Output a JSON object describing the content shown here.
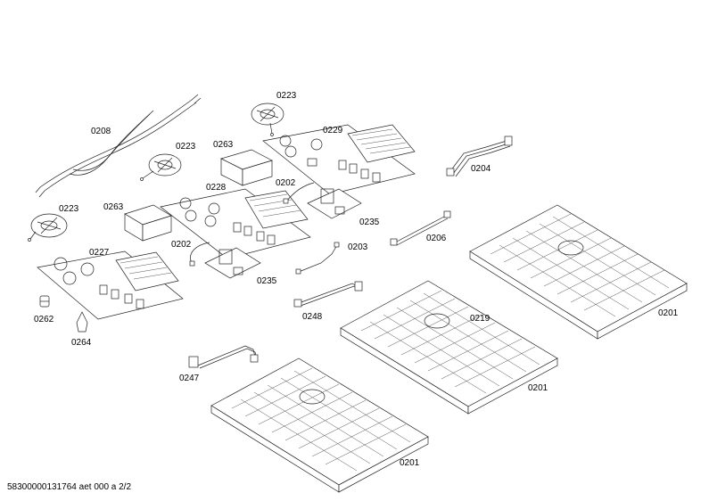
{
  "labels": {
    "l0208": "0208",
    "l0223a": "0223",
    "l0223b": "0223",
    "l0223c": "0223",
    "l0229": "0229",
    "l0263a": "0263",
    "l0263b": "0263",
    "l0228": "0228",
    "l0202a": "0202",
    "l0202b": "0202",
    "l0235a": "0235",
    "l0235b": "0235",
    "l0204": "0204",
    "l0206": "0206",
    "l0203": "0203",
    "l0227": "0227",
    "l0248": "0248",
    "l0219": "0219",
    "l0262": "0262",
    "l0264": "0264",
    "l0247": "0247",
    "l0201a": "0201",
    "l0201b": "0201",
    "l0201c": "0201"
  },
  "footer": "58300000131764 aet 000 a 2/2"
}
